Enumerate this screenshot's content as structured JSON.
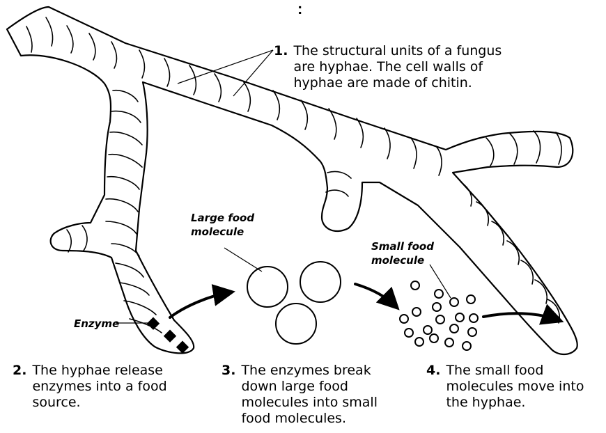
{
  "top_mark": ":",
  "labels": {
    "large_food_molecule": [
      "Large food",
      "molecule"
    ],
    "small_food_molecule": [
      "Small food",
      "molecule"
    ],
    "enzyme": "Enzyme"
  },
  "steps": [
    {
      "number": "1.",
      "lines": [
        "The structural units of a fungus",
        "are hyphae. The cell walls of",
        "hyphae are made of chitin."
      ]
    },
    {
      "number": "2.",
      "lines": [
        "The hyphae release",
        "enzymes into a food",
        "source."
      ]
    },
    {
      "number": "3.",
      "lines": [
        "The enzymes break",
        "down large food",
        "molecules into small",
        "food molecules."
      ]
    },
    {
      "number": "4.",
      "lines": [
        "The small food",
        "molecules move into",
        "the hyphae."
      ]
    }
  ]
}
